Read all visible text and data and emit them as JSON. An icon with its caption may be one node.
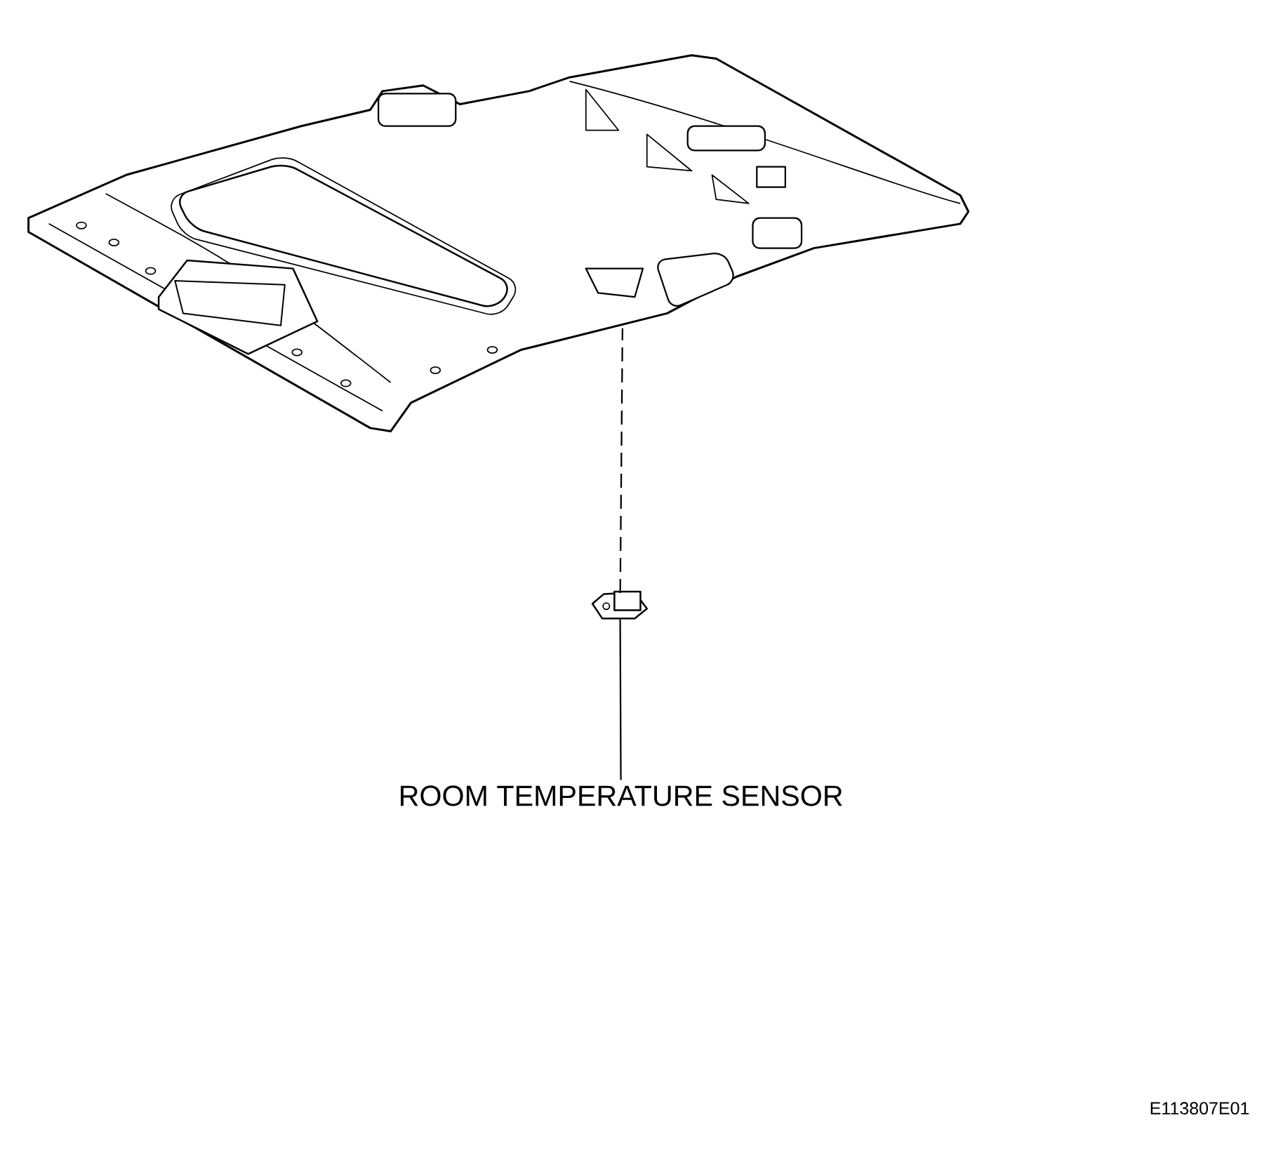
{
  "diagram": {
    "nodes": [
      {
        "text": [
          "ROOM TEMPERATURE SENSOR"
        ]
      },
      {
        "text": [],
        "shape": "picture"
      },
      {
        "text": [],
        "shape": "picture"
      }
    ],
    "edges": [
      {
        "from": 0,
        "to": 2,
        "arrow": "none"
      },
      {
        "from": 2,
        "to": 1,
        "arrow": "none",
        "style": "dashed"
      }
    ],
    "labels": [
      "E113807E01"
    ]
  }
}
